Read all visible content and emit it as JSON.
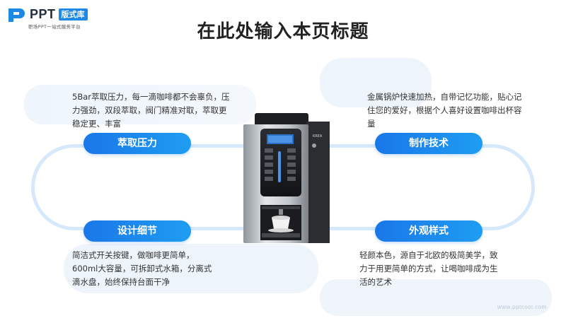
{
  "logo": {
    "brand": "PPT",
    "badge": "版式库",
    "tagline": "职场PPT一站式服务平台"
  },
  "title": "在此处输入本页标题",
  "features": [
    {
      "label": "萃取压力",
      "description": "5Bar萃取压力，每一滴咖啡都不会辜负，压力强劲，双段萃取，阀门精准对取，萃取更稳定更、丰富"
    },
    {
      "label": "制作技术",
      "description": "金属锅炉快速加热，自带记忆功能，贴心记住您的爱好，根据个人喜好设置咖啡出杯容量"
    },
    {
      "label": "设计细节",
      "description": "简洁式开关按键，做咖啡更简单，600ml大容量，可拆卸式水箱，分离式滴水盘，始终保持台面干净"
    },
    {
      "label": "外观样式",
      "description": "轻颜本色，源自于北欧的极简美学，致力于用更简单的方式，让喝咖啡成为生活的艺术"
    }
  ],
  "machine": {
    "brand": "KREA"
  },
  "watermark": "www.pptcool.com",
  "colors": {
    "accent": "#1e88e5",
    "loop": "#d6e8fb",
    "shape": "#eef4fc"
  }
}
